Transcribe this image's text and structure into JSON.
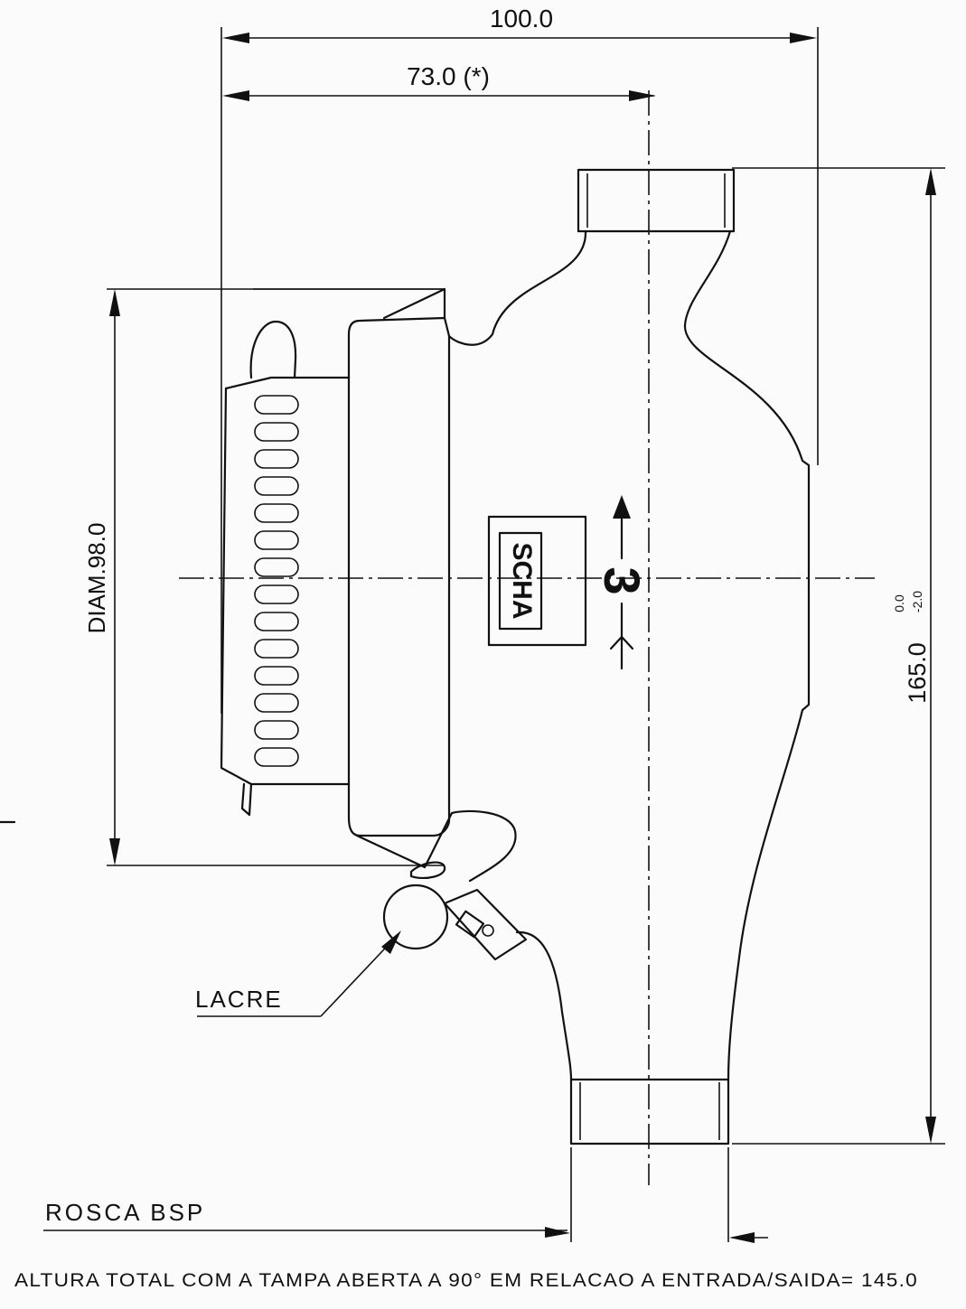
{
  "dimensions": {
    "overall_width": "100.0",
    "axis_offset": "73.0 (*)",
    "diameter": "DIAM.98.0",
    "height": "165.0",
    "height_tol_upper": "0.0",
    "height_tol_lower": "-2.0"
  },
  "labels": {
    "seal": "LACRE",
    "thread": "ROSCA BSP",
    "footnote": "ALTURA TOTAL COM A TAMPA ABERTA A 90° EM RELACAO A ENTRADA/SAIDA= 145.0"
  },
  "body_marks": {
    "brand": "SCHA",
    "size_number": "3"
  }
}
